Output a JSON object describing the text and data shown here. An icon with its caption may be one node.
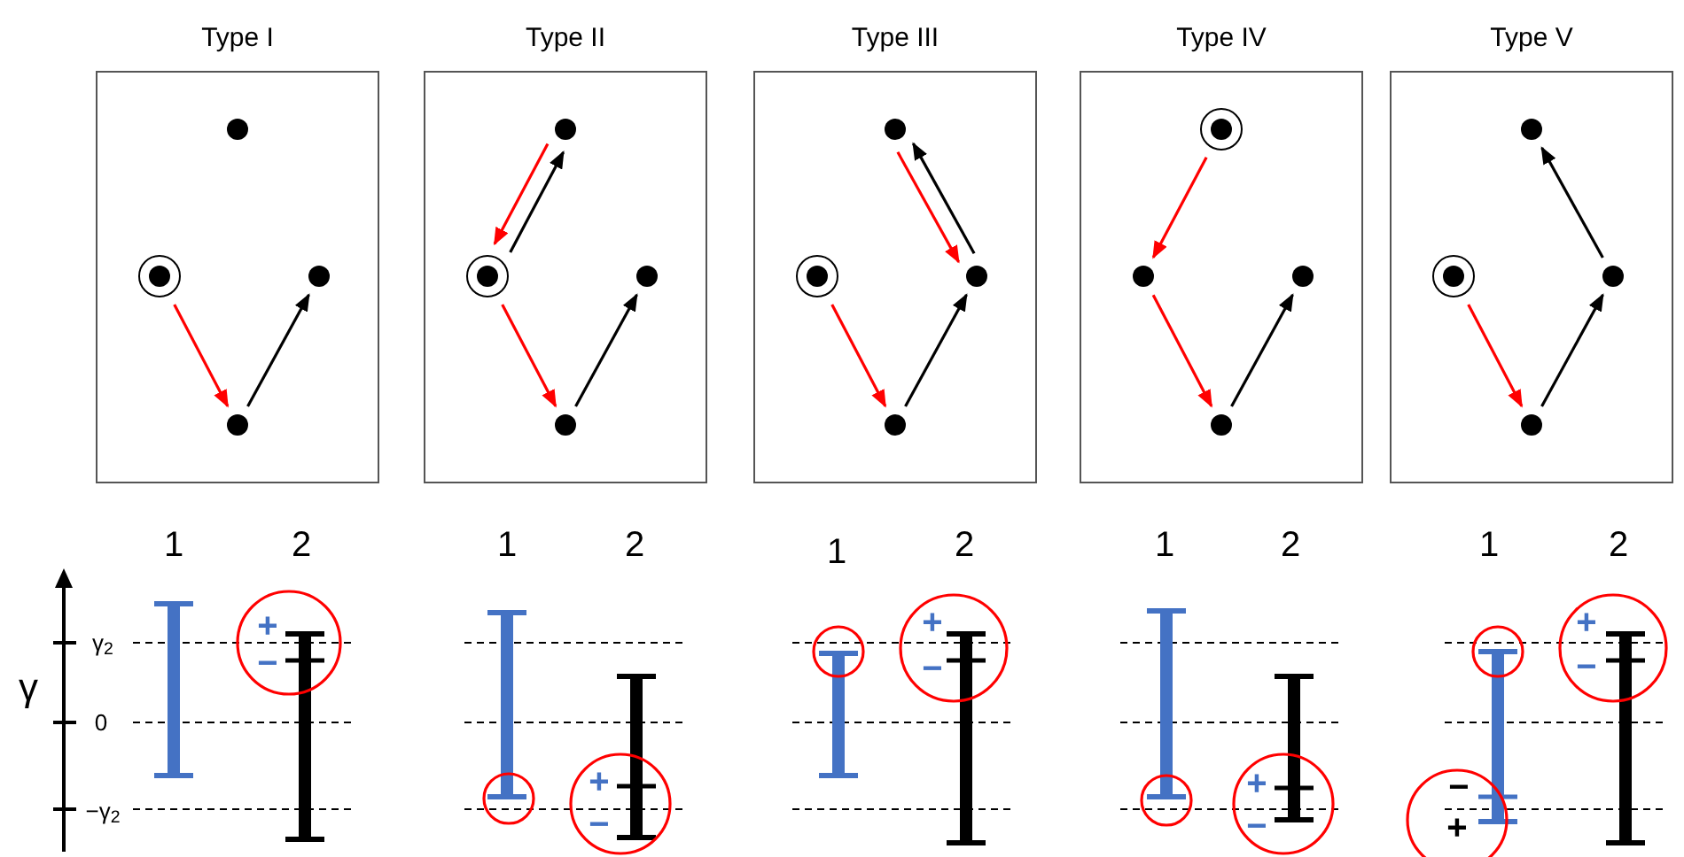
{
  "diagram": {
    "nodes": [
      {
        "text": [
          "Type I"
        ]
      },
      {
        "text": [],
        "shape": "circle",
        "in": 0
      },
      {
        "text": [],
        "shape": "target",
        "in": 0
      },
      {
        "text": [],
        "shape": "circle",
        "in": 0
      },
      {
        "text": [],
        "shape": "circle",
        "in": 0
      },
      {
        "text": [
          "Type II"
        ]
      },
      {
        "text": [],
        "shape": "circle",
        "in": 5
      },
      {
        "text": [],
        "shape": "target",
        "in": 5
      },
      {
        "text": [],
        "shape": "circle",
        "in": 5
      },
      {
        "text": [],
        "shape": "circle",
        "in": 5
      },
      {
        "text": [
          "Type III"
        ]
      },
      {
        "text": [],
        "shape": "circle",
        "in": 10
      },
      {
        "text": [],
        "shape": "target",
        "in": 10
      },
      {
        "text": [],
        "shape": "circle",
        "in": 10
      },
      {
        "text": [],
        "shape": "circle",
        "in": 10
      },
      {
        "text": [
          "Type IV"
        ]
      },
      {
        "text": [],
        "shape": "target",
        "in": 15
      },
      {
        "text": [],
        "shape": "circle",
        "in": 15
      },
      {
        "text": [],
        "shape": "circle",
        "in": 15
      },
      {
        "text": [],
        "shape": "circle",
        "in": 15
      },
      {
        "text": [
          "Type V"
        ]
      },
      {
        "text": [],
        "shape": "circle",
        "in": 20
      },
      {
        "text": [],
        "shape": "target",
        "in": 20
      },
      {
        "text": [],
        "shape": "circle",
        "in": 20
      },
      {
        "text": [],
        "shape": "circle",
        "in": 20
      }
    ],
    "edges": [
      {
        "from": 2,
        "to": 4,
        "arrow": "to",
        "color": "#ff0000"
      },
      {
        "from": 4,
        "to": 3,
        "arrow": "to",
        "color": "#000000"
      },
      {
        "from": 7,
        "to": 6,
        "arrow": "to",
        "color": "#000000"
      },
      {
        "from": 6,
        "to": 7,
        "arrow": "to",
        "color": "#ff0000"
      },
      {
        "from": 7,
        "to": 9,
        "arrow": "to",
        "color": "#ff0000"
      },
      {
        "from": 9,
        "to": 8,
        "arrow": "to",
        "color": "#000000"
      },
      {
        "from": 12,
        "to": 14,
        "arrow": "to",
        "color": "#ff0000"
      },
      {
        "from": 14,
        "to": 13,
        "arrow": "to",
        "color": "#000000"
      },
      {
        "from": 13,
        "to": 11,
        "arrow": "to",
        "color": "#000000"
      },
      {
        "from": 11,
        "to": 13,
        "arrow": "to",
        "color": "#ff0000"
      },
      {
        "from": 16,
        "to": 17,
        "arrow": "to",
        "color": "#ff0000"
      },
      {
        "from": 17,
        "to": 19,
        "arrow": "to",
        "color": "#ff0000"
      },
      {
        "from": 19,
        "to": 18,
        "arrow": "to",
        "color": "#000000"
      },
      {
        "from": 22,
        "to": 24,
        "arrow": "to",
        "color": "#ff0000"
      },
      {
        "from": 24,
        "to": 23,
        "arrow": "to",
        "color": "#000000"
      },
      {
        "from": 23,
        "to": 21,
        "arrow": "to",
        "color": "#000000"
      }
    ],
    "labels": [
      "γ",
      "γ$_{2}$",
      "0",
      "−γ$_{2}$",
      "1",
      "2",
      "+",
      "−",
      "1",
      "2",
      "+",
      "−",
      "1",
      "2",
      "+",
      "−",
      "1",
      "2",
      "+",
      "−",
      "1",
      "2",
      "+",
      "−",
      "−",
      "+"
    ]
  }
}
